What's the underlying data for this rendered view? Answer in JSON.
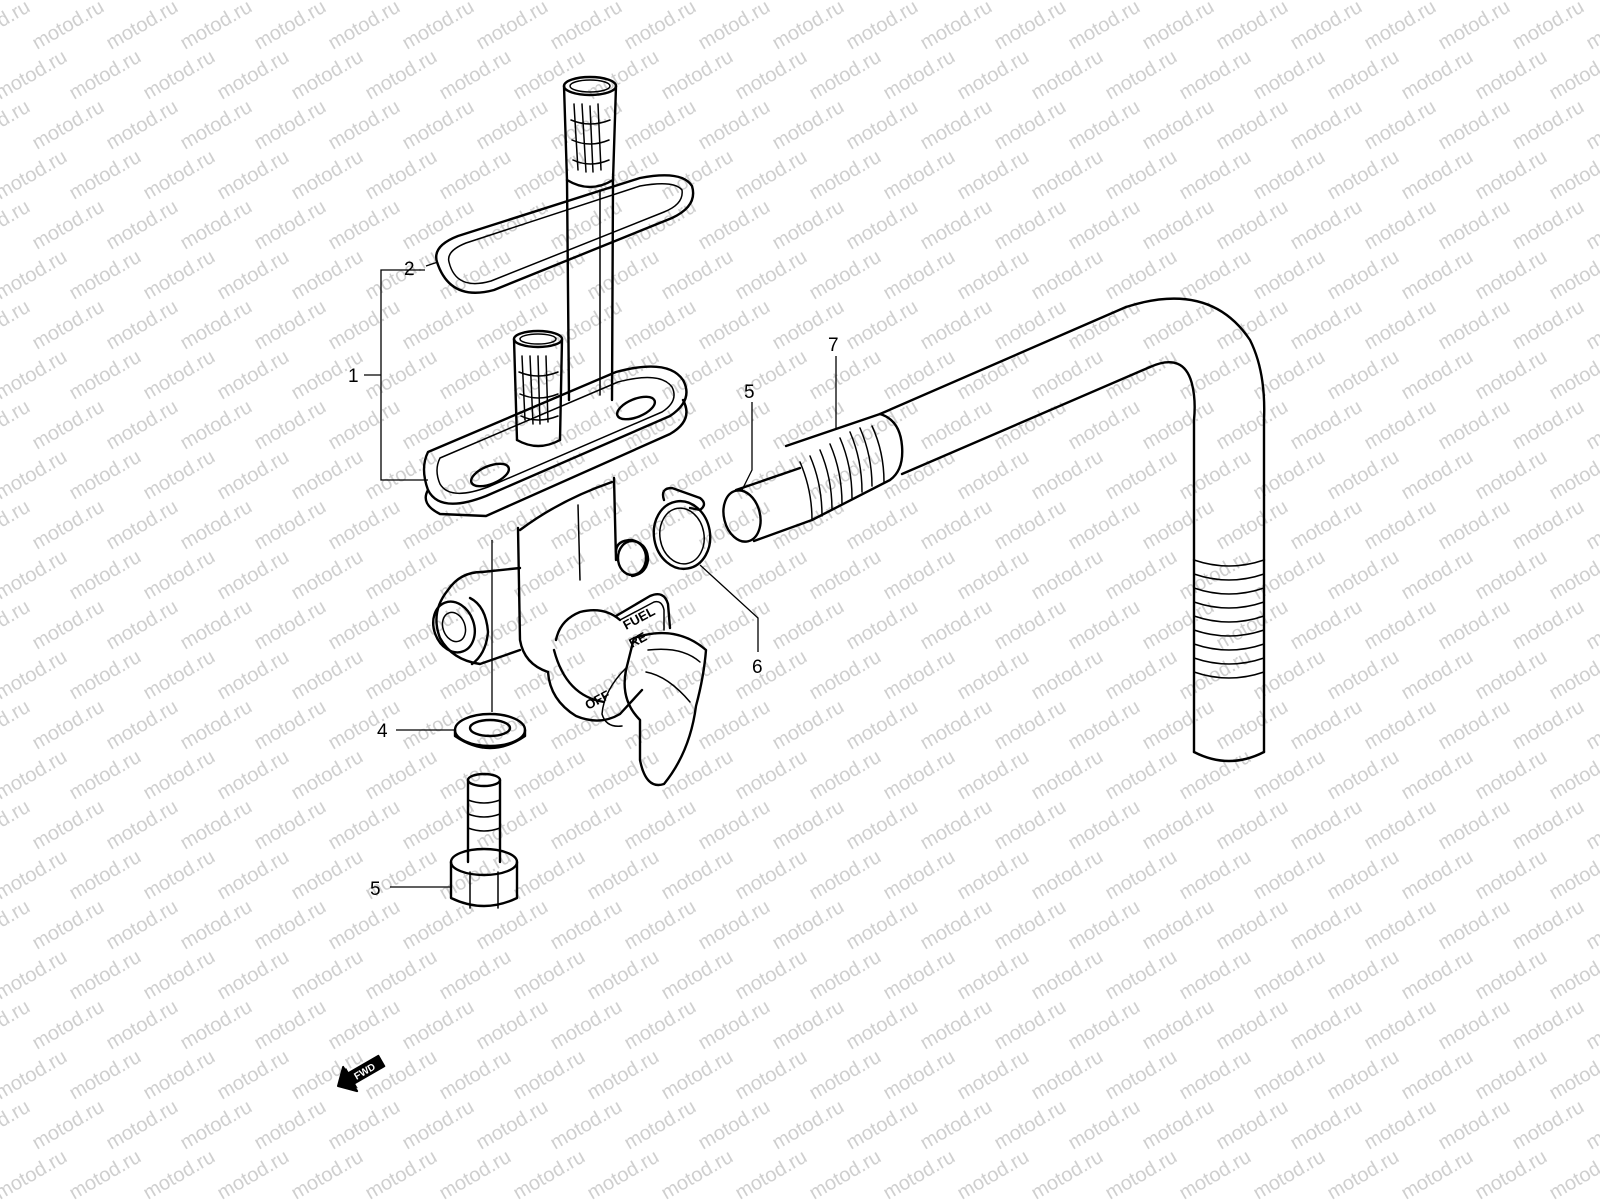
{
  "watermark": {
    "text": "motod.ru",
    "color": "#cfcfcf"
  },
  "callouts": [
    {
      "id": "1",
      "label": "1"
    },
    {
      "id": "2",
      "label": "2"
    },
    {
      "id": "4",
      "label": "4"
    },
    {
      "id": "5a",
      "label": "5"
    },
    {
      "id": "5b",
      "label": "5"
    },
    {
      "id": "6",
      "label": "6"
    },
    {
      "id": "7",
      "label": "7"
    }
  ],
  "lever_marks": {
    "fuel": "FUEL",
    "reserve": "RE",
    "off": "OFF"
  },
  "direction_arrow": {
    "label": "FWD",
    "icon": "forward-arrow-icon"
  }
}
